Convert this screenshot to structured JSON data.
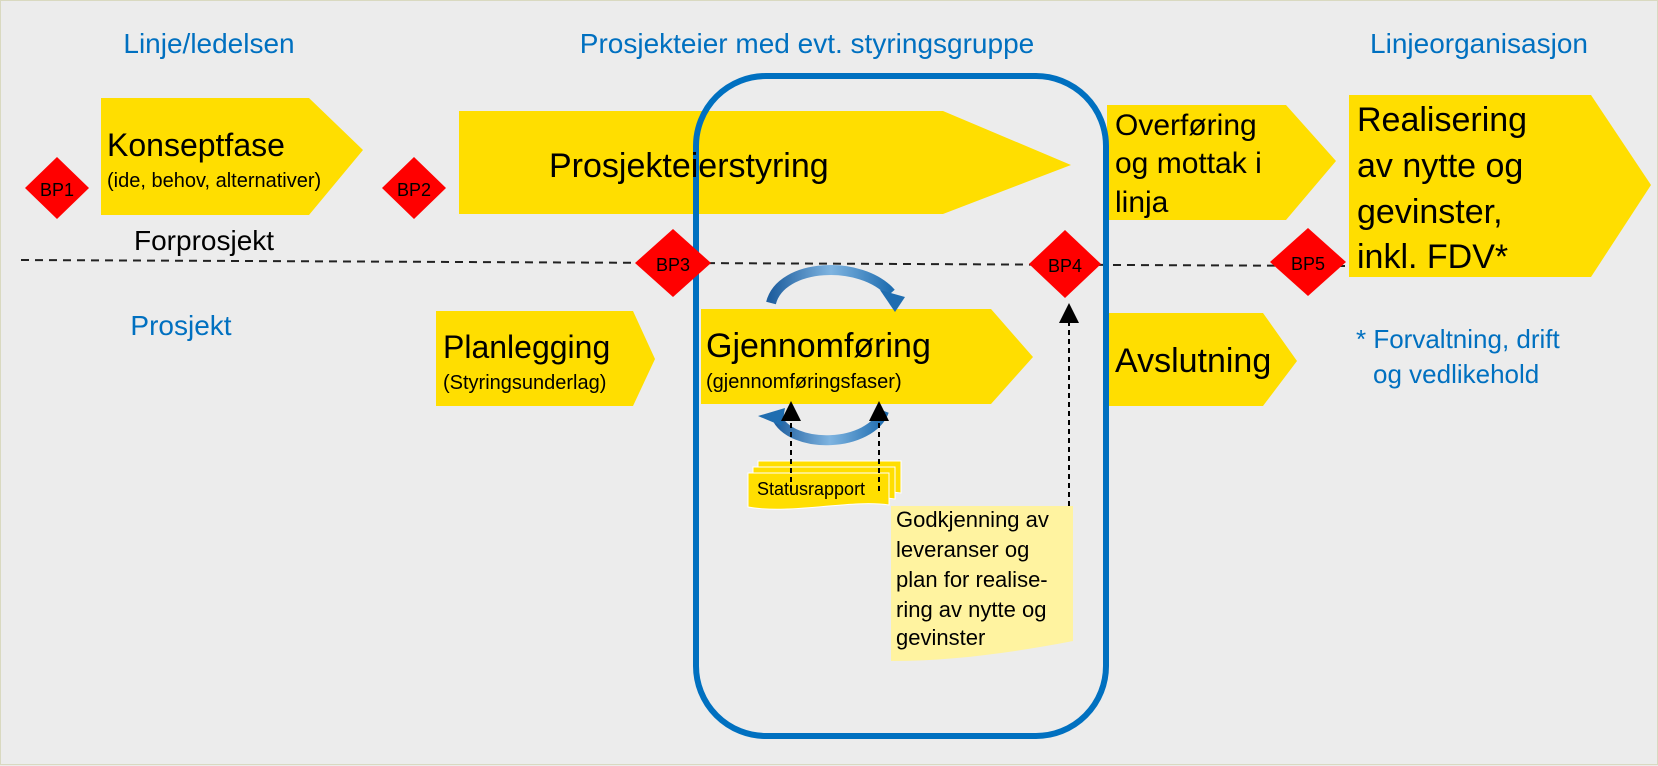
{
  "headers": {
    "line_management": "Linje/ledelsen",
    "project_owner": "Prosjekteier med evt. styringsgruppe",
    "line_organisation": "Linjeorganisasjon",
    "project": "Prosjekt",
    "pre_project": "Forprosjekt"
  },
  "phases": {
    "concept": {
      "title": "Konseptfase",
      "subtitle": "(ide, behov, alternativer)"
    },
    "owner_governance": {
      "title": "Prosjekteierstyring"
    },
    "transfer": {
      "line1": "Overføring",
      "line2": "og mottak i",
      "line3": "linja"
    },
    "realisation": {
      "line1": "Realisering",
      "line2": "av nytte og",
      "line3": "gevinster,",
      "line4": "inkl. FDV*"
    },
    "planning": {
      "title": "Planlegging",
      "subtitle": "(Styringsunderlag)"
    },
    "execution": {
      "title": "Gjennomføring",
      "subtitle": "(gjennomføringsfaser)"
    },
    "closing": {
      "title": "Avslutning"
    }
  },
  "decision_points": [
    "BP1",
    "BP2",
    "BP3",
    "BP4",
    "BP5"
  ],
  "documents": {
    "status_report": "Statusrapport",
    "approval": {
      "line1": "Godkjenning av",
      "line2": "leveranser og",
      "line3": "plan for realise-",
      "line4": "ring av nytte og",
      "line5": "gevinster"
    }
  },
  "footnote": {
    "line1": "* Forvaltning, drift",
    "line2": "og vedlikehold"
  },
  "colors": {
    "background": "#ececec",
    "phase_fill": "#ffde00",
    "decision_point": "#ff0000",
    "header_text": "#0070c0",
    "frame": "#0070c0",
    "document_light": "#fff3a0",
    "cycle_arrow": "#1f6db0"
  }
}
